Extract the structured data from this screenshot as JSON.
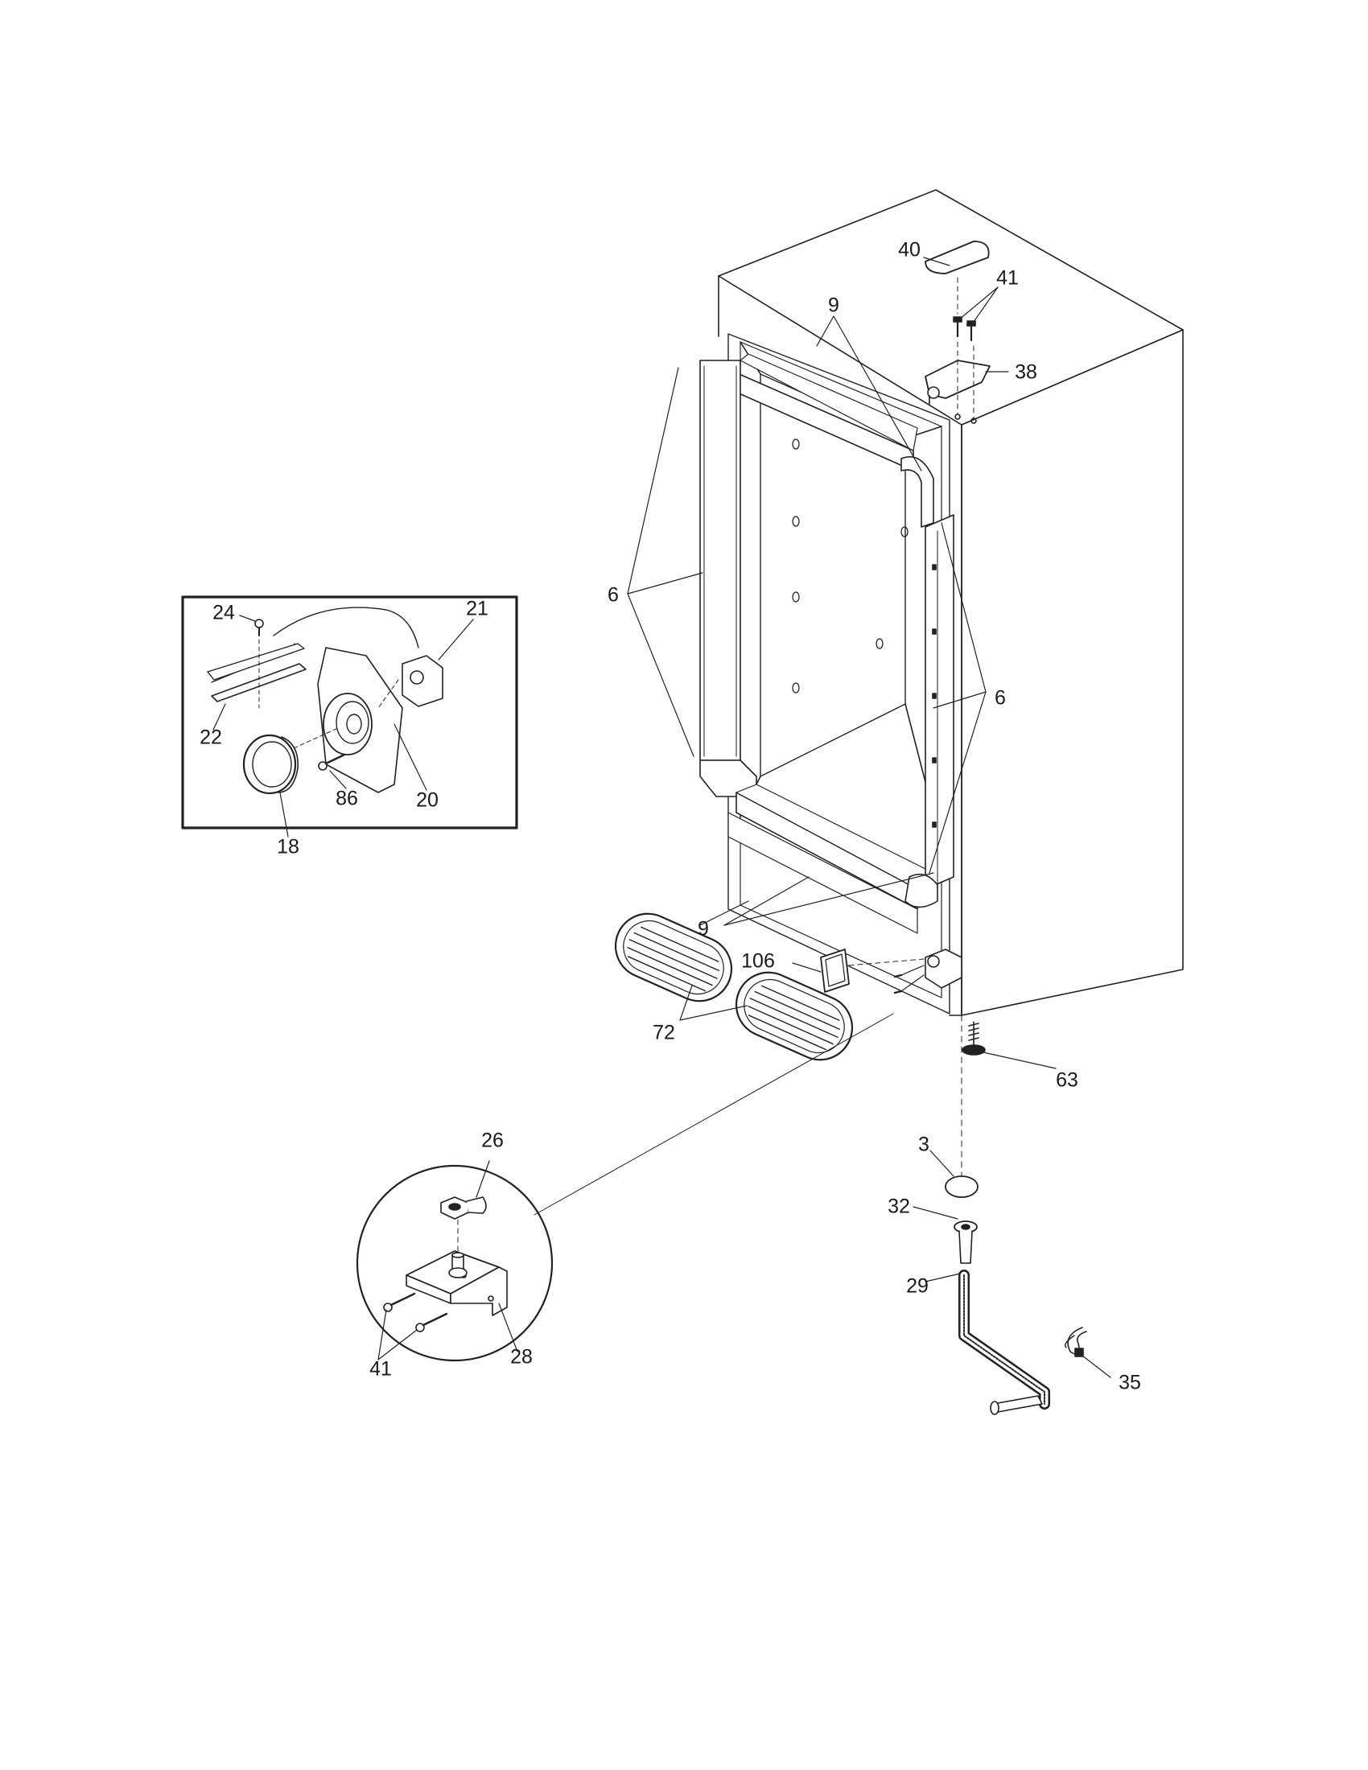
{
  "diagram": {
    "callouts": {
      "p3": "3",
      "p6_left": "6",
      "p6_right": "6",
      "p9_top": "9",
      "p9_bottom": "9",
      "p18": "18",
      "p20": "20",
      "p21": "21",
      "p22": "22",
      "p24": "24",
      "p26": "26",
      "p28": "28",
      "p29": "29",
      "p32": "32",
      "p35": "35",
      "p38": "38",
      "p40": "40",
      "p41_top": "41",
      "p41_bottom": "41",
      "p63": "63",
      "p72": "72",
      "p86": "86",
      "p106": "106"
    }
  }
}
